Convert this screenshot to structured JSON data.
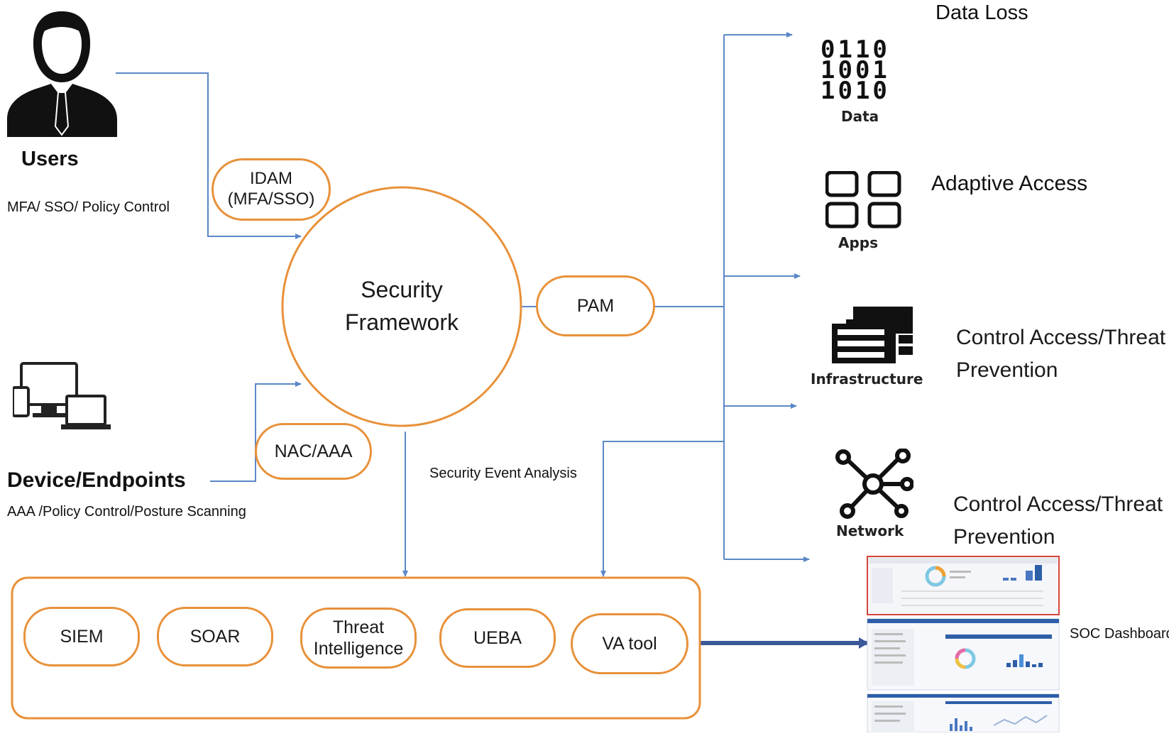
{
  "users": {
    "title": "Users",
    "subtitle": "MFA/ SSO/ Policy Control"
  },
  "devices": {
    "title": "Device/Endpoints",
    "subtitle": "AAA /Policy Control/Posture Scanning"
  },
  "idam": {
    "line1": "IDAM",
    "line2": "(MFA/SSO)"
  },
  "nac": {
    "label": "NAC/AAA"
  },
  "framework": {
    "line1": "Security",
    "line2": "Framework"
  },
  "pam": {
    "label": "PAM"
  },
  "event_analysis": "Security Event Analysis",
  "tools": [
    {
      "label": "SIEM"
    },
    {
      "label": "SOAR"
    },
    {
      "line1": "Threat",
      "line2": "Intelligence"
    },
    {
      "label": "UEBA"
    },
    {
      "label": "VA tool"
    }
  ],
  "resources": {
    "data": {
      "bits": [
        "0110",
        "1001",
        "1010"
      ],
      "caption": "Data",
      "label": "Data Loss"
    },
    "apps": {
      "caption": "Apps",
      "label": "Adaptive Access"
    },
    "infrastructure": {
      "caption": "Infrastructure",
      "line1": "Control Access/Threat",
      "line2": "Prevention"
    },
    "network": {
      "caption": "Network",
      "line1": "Control Access/Threat",
      "line2": "Prevention"
    }
  },
  "soc": {
    "label": "SOC Dashboard"
  },
  "colors": {
    "accent_orange": "#e8913a",
    "connector_blue": "#5b87c7",
    "arrow_navy": "#3b5998"
  }
}
